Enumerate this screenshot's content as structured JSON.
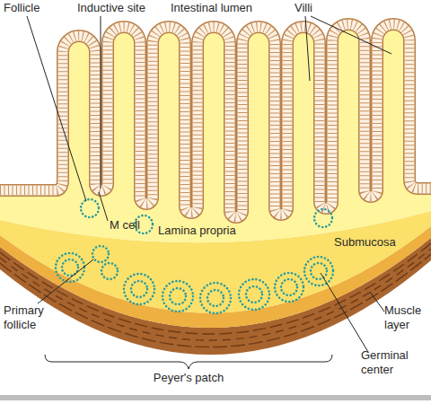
{
  "diagram": {
    "labels": [
      "Intestinal lumen",
      "Follicle",
      "Inductive site",
      "Villi",
      "M cell",
      "Lamina propria",
      "Submucosa",
      "Primary follicle",
      "Muscle layer",
      "Germinal center",
      "Peyer's patch"
    ]
  }
}
